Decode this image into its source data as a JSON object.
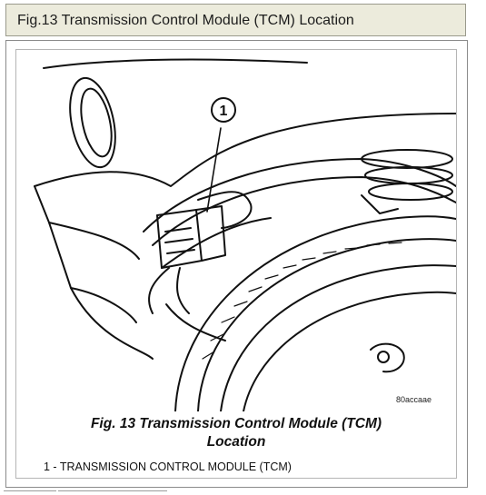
{
  "header": {
    "title": "Fig.13 Transmission Control Module (TCM) Location"
  },
  "figure": {
    "callout_number": "1",
    "image_code": "80accaae",
    "caption_line1": "Fig. 13 Transmission Control Module (TCM)",
    "caption_line2": "Location",
    "legend_item": "1 - TRANSMISSION CONTROL MODULE (TCM)"
  },
  "colors": {
    "title_background": "#ecebdc",
    "line_art": "#111111"
  }
}
